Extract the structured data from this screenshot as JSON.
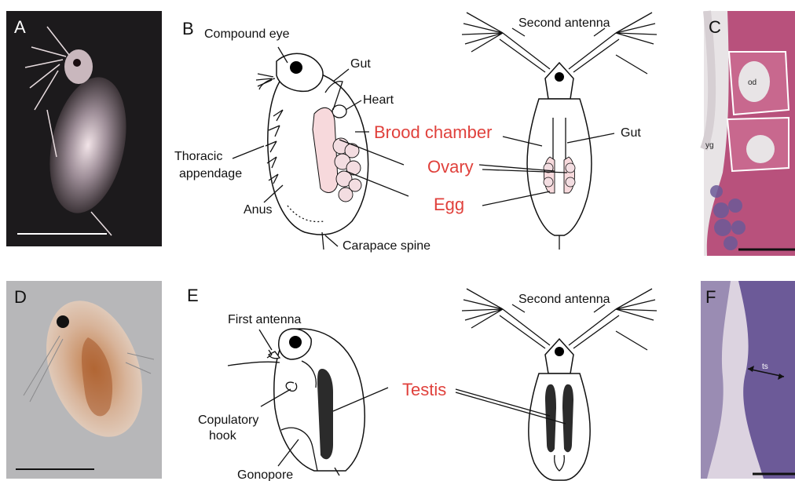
{
  "panels": {
    "a": "A",
    "b": "B",
    "c": "C",
    "d": "D",
    "e": "E",
    "f": "F"
  },
  "female_labels": {
    "compound_eye": "Compound eye",
    "gut": "Gut",
    "heart": "Heart",
    "thoracic_1": "Thoracic",
    "thoracic_2": "appendage",
    "anus": "Anus",
    "carapace_spine": "Carapace spine",
    "second_antenna": "Second antenna",
    "gut_right": "Gut"
  },
  "female_red": {
    "brood": "Brood chamber",
    "ovary": "Ovary",
    "egg": "Egg"
  },
  "male_labels": {
    "first_antenna": "First antenna",
    "copulatory_1": "Copulatory",
    "copulatory_2": "hook",
    "gonopore": "Gonopore",
    "second_antenna": "Second antenna"
  },
  "male_red": {
    "testis": "Testis"
  },
  "histology": {
    "od": "od",
    "yg": "yg",
    "ts": "ts"
  },
  "colors": {
    "accent_red": "#e0413c",
    "histology_pink": "#b8517c",
    "histology_purple": "#6c5a98"
  }
}
